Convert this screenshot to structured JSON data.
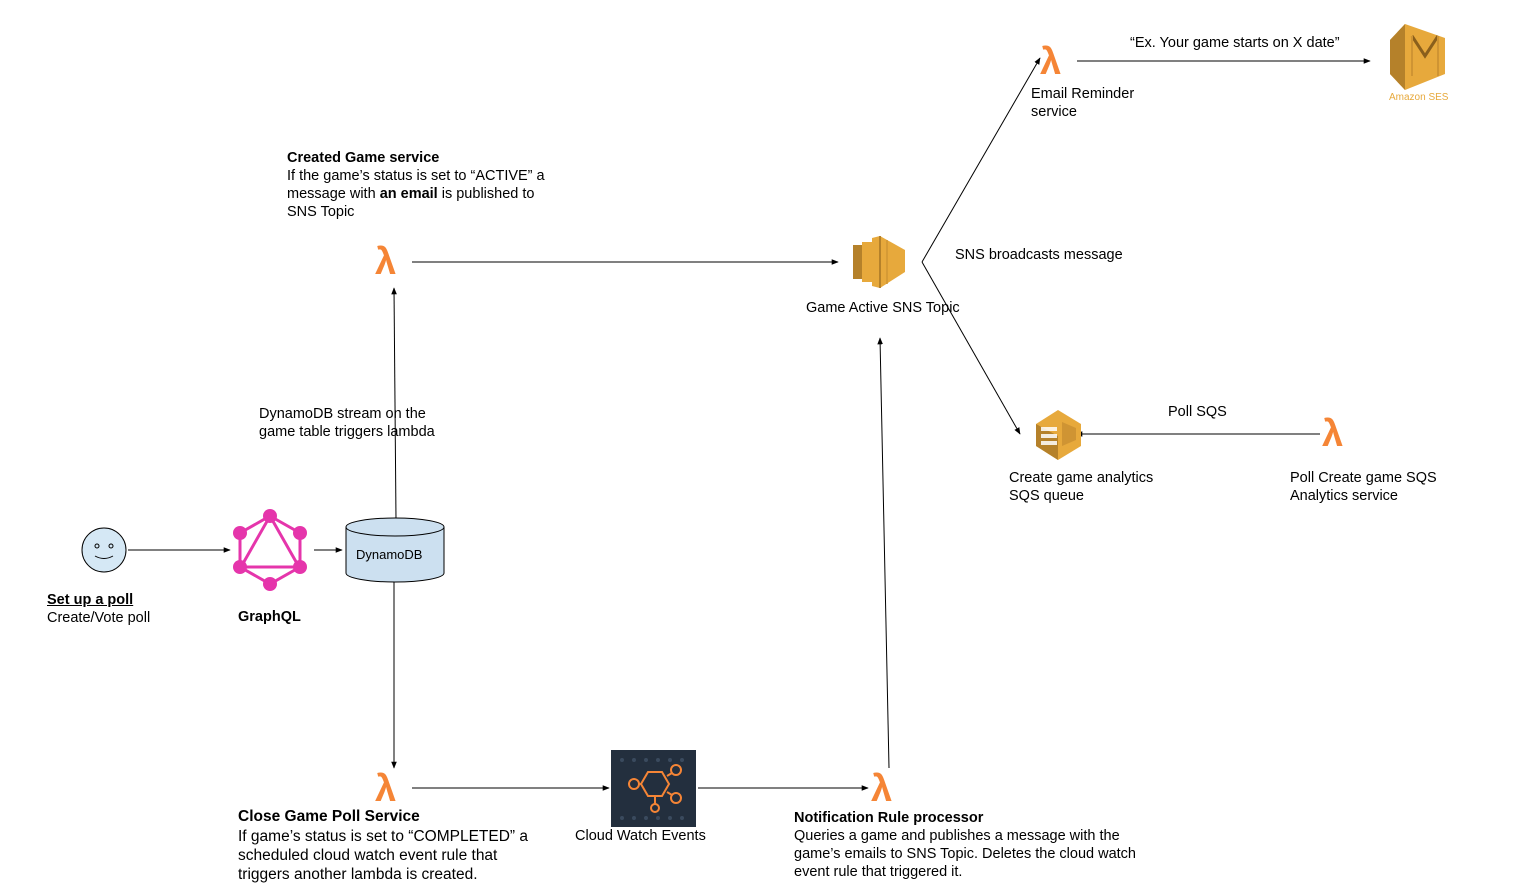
{
  "nodes": {
    "user": {
      "title": "Set up a poll",
      "subtitle": "Create/Vote poll"
    },
    "graphql": {
      "label": "GraphQL"
    },
    "dynamodb": {
      "label": "DynamoDB"
    },
    "created_game_service": {
      "title": "Created Game service",
      "line1": "If the game’s status is set to “ACTIVE” a",
      "line2_pre": "message with ",
      "line2_bold": "an email",
      "line2_post": " is published to",
      "line3": "SNS Topic"
    },
    "sns_topic": {
      "label": "Game Active SNS Topic"
    },
    "email_reminder": {
      "line1": "Email Reminder",
      "line2": "service"
    },
    "amazon_ses": {
      "label": "Amazon SES"
    },
    "sqs_queue": {
      "line1": "Create game analytics",
      "line2": "SQS queue"
    },
    "poll_sqs_service": {
      "line1": "Poll Create game SQS",
      "line2": "Analytics service"
    },
    "close_game_service": {
      "title": "Close Game Poll Service",
      "line1": "If game’s status is set to “COMPLETED” a",
      "line2": "scheduled cloud watch event rule that",
      "line3": "triggers another lambda is created."
    },
    "cloudwatch": {
      "label": "Cloud Watch Events"
    },
    "notification_processor": {
      "title": "Notification Rule processor",
      "line1": "Queries a game and publishes a message with the",
      "line2": "game’s emails to SNS Topic. Deletes the cloud watch",
      "line3": "event rule that triggered it."
    }
  },
  "edge_labels": {
    "ses_message": "“Ex. Your game starts on X date”",
    "sns_broadcast": "SNS broadcasts message",
    "poll_sqs": "Poll SQS",
    "dynamo_stream_line1": "DynamoDB stream on the",
    "dynamo_stream_line2": "game table triggers lambda"
  },
  "icons": {
    "lambda_glyph": "λ"
  },
  "colors": {
    "lambda_orange": "#F58536",
    "aws_gold": "#E7A93C",
    "aws_gold_dark": "#B5812A",
    "graphql_pink": "#E535AB",
    "dynamodb_fill": "#CCE0F0",
    "user_fill": "#D5E8F5",
    "cloudwatch_bg": "#232F3E"
  }
}
